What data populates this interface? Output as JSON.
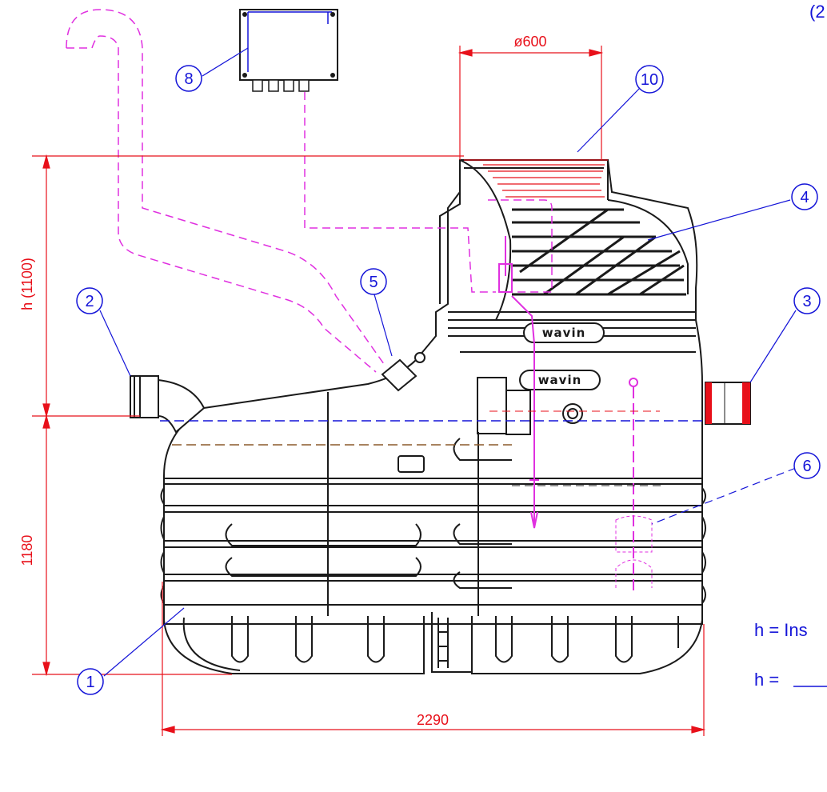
{
  "dimensions": {
    "manhole_diameter": "ø600",
    "overall_width": "2290",
    "lower_height": "1180",
    "upper_height": "h  (1100)"
  },
  "callouts": [
    {
      "id": "1"
    },
    {
      "id": "2"
    },
    {
      "id": "3"
    },
    {
      "id": "4"
    },
    {
      "id": "5"
    },
    {
      "id": "6"
    },
    {
      "id": "8"
    },
    {
      "id": "10"
    }
  ],
  "corner_label": "(2",
  "notes": {
    "installation_label": "h = Ins",
    "h_blank": "h = "
  },
  "logos": [
    "wavin",
    "wavin"
  ],
  "colors": {
    "dimension": "#e8101a",
    "callout": "#1414d8",
    "pipe_dashed": "#e030e0",
    "outline": "#1a1a1a",
    "brown_line": "#8b5a2b"
  }
}
